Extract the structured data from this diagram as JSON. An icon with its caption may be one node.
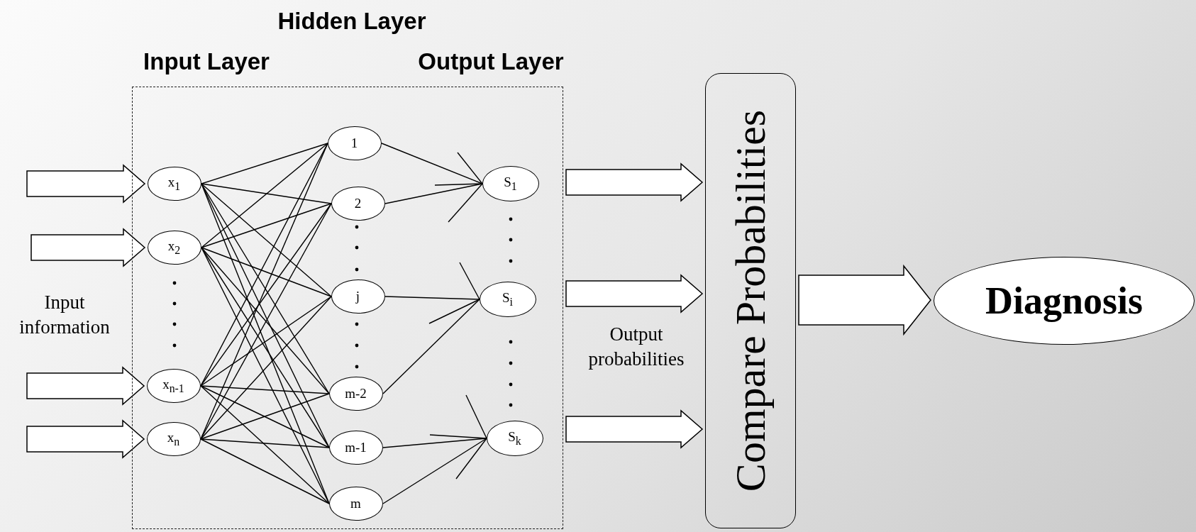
{
  "diagram": {
    "nodes": [
      {
        "text": [
          "Hidden Layer",
          "Input Layer",
          "Output Layer"
        ]
      },
      {
        "text": [
          "x$_{1}$"
        ],
        "in": 0
      },
      {
        "text": [
          "x$_{2}$"
        ],
        "in": 0
      },
      {
        "text": [
          "x$_{n-1}$"
        ],
        "in": 0
      },
      {
        "text": [
          "x$_{n}$"
        ],
        "in": 0
      },
      {
        "text": [
          "1"
        ],
        "in": 0
      },
      {
        "text": [
          "2"
        ],
        "in": 0
      },
      {
        "text": [
          "j"
        ],
        "in": 0
      },
      {
        "text": [
          "m-2"
        ],
        "in": 0
      },
      {
        "text": [
          "m-1"
        ],
        "in": 0
      },
      {
        "text": [
          "m"
        ],
        "in": 0
      },
      {
        "text": [
          "S$_{1}$"
        ],
        "in": 0
      },
      {
        "text": [
          "S$_{i}$"
        ],
        "in": 0
      },
      {
        "text": [
          "S$_{k}$"
        ],
        "in": 0
      },
      {
        "text": [
          "Compare Probabilities"
        ]
      },
      {
        "text": [
          "Diagnosis"
        ]
      }
    ],
    "edges": [
      {
        "from": null,
        "to": 1,
        "arrow": "to",
        "style": "thick"
      },
      {
        "from": null,
        "to": 2,
        "arrow": "to",
        "style": "thick"
      },
      {
        "from": null,
        "to": 3,
        "arrow": "to",
        "style": "thick"
      },
      {
        "from": null,
        "to": 4,
        "arrow": "to",
        "style": "thick"
      },
      {
        "from": 1,
        "to": 5,
        "arrow": "none"
      },
      {
        "from": 1,
        "to": 6,
        "arrow": "none"
      },
      {
        "from": 1,
        "to": 7,
        "arrow": "none"
      },
      {
        "from": 1,
        "to": 8,
        "arrow": "none"
      },
      {
        "from": 1,
        "to": 9,
        "arrow": "none"
      },
      {
        "from": 1,
        "to": 10,
        "arrow": "none"
      },
      {
        "from": 2,
        "to": 5,
        "arrow": "none"
      },
      {
        "from": 2,
        "to": 6,
        "arrow": "none"
      },
      {
        "from": 2,
        "to": 7,
        "arrow": "none"
      },
      {
        "from": 2,
        "to": 8,
        "arrow": "none"
      },
      {
        "from": 2,
        "to": 9,
        "arrow": "none"
      },
      {
        "from": 2,
        "to": 10,
        "arrow": "none"
      },
      {
        "from": 3,
        "to": 5,
        "arrow": "none"
      },
      {
        "from": 3,
        "to": 6,
        "arrow": "none"
      },
      {
        "from": 3,
        "to": 7,
        "arrow": "none"
      },
      {
        "from": 3,
        "to": 8,
        "arrow": "none"
      },
      {
        "from": 3,
        "to": 9,
        "arrow": "none"
      },
      {
        "from": 3,
        "to": 10,
        "arrow": "none"
      },
      {
        "from": 4,
        "to": 5,
        "arrow": "none"
      },
      {
        "from": 4,
        "to": 6,
        "arrow": "none"
      },
      {
        "from": 4,
        "to": 7,
        "arrow": "none"
      },
      {
        "from": 4,
        "to": 8,
        "arrow": "none"
      },
      {
        "from": 4,
        "to": 9,
        "arrow": "none"
      },
      {
        "from": 4,
        "to": 10,
        "arrow": "none"
      },
      {
        "from": 5,
        "to": 11,
        "arrow": "none"
      },
      {
        "from": 6,
        "to": 11,
        "arrow": "none"
      },
      {
        "from": 7,
        "to": 12,
        "arrow": "none"
      },
      {
        "from": 8,
        "to": 12,
        "arrow": "none"
      },
      {
        "from": 9,
        "to": 13,
        "arrow": "none"
      },
      {
        "from": 10,
        "to": 13,
        "arrow": "none"
      },
      {
        "from": null,
        "to": 11,
        "arrow": "none"
      },
      {
        "from": null,
        "to": 11,
        "arrow": "none"
      },
      {
        "from": null,
        "to": 11,
        "arrow": "none"
      },
      {
        "from": null,
        "to": 12,
        "arrow": "none"
      },
      {
        "from": null,
        "to": 12,
        "arrow": "none"
      },
      {
        "from": null,
        "to": 13,
        "arrow": "none"
      },
      {
        "from": null,
        "to": 13,
        "arrow": "none"
      },
      {
        "from": null,
        "to": 13,
        "arrow": "none"
      },
      {
        "from": 0,
        "to": 14,
        "arrow": "to",
        "style": "thick"
      },
      {
        "from": 0,
        "to": 14,
        "arrow": "to",
        "style": "thick"
      },
      {
        "from": 0,
        "to": 14,
        "arrow": "to",
        "style": "thick"
      },
      {
        "from": 14,
        "to": 15,
        "arrow": "to",
        "style": "thick"
      }
    ],
    "labels": [
      "Input information",
      "Output probabilities"
    ]
  }
}
